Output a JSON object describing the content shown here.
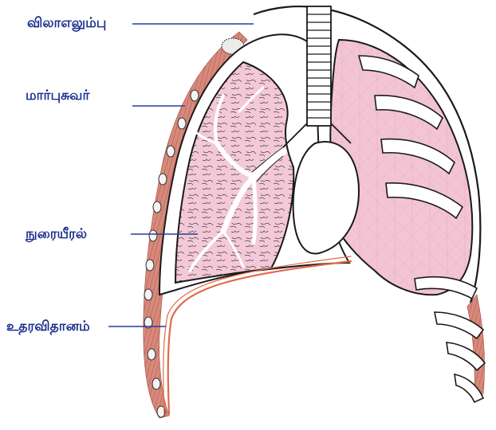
{
  "labels": {
    "clavicle": "விலாஎலும்பு",
    "chest_wall": "மார்புசுவர்",
    "lung": "நுரையீரல்",
    "diaphragm": "உதரவிதானம்"
  },
  "colors": {
    "label_text": "#1c2f8f",
    "leader_line": "#2a3b9a",
    "lung_fill": "#f2c4d4",
    "muscle": "#d37a6c",
    "diaphragm": "#e06a4a",
    "outline": "#1a1a1a"
  }
}
